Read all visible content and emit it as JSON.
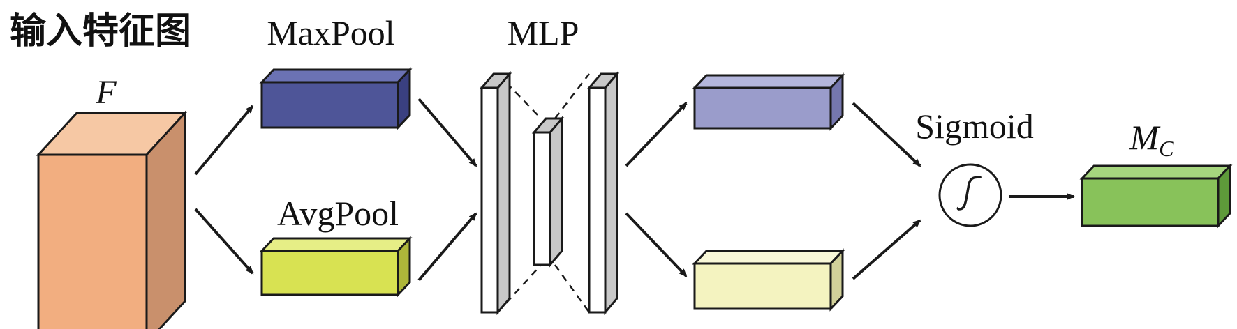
{
  "title": "输入特征图",
  "labels": {
    "input": "F",
    "maxpool": "MaxPool",
    "avgpool": "AvgPool",
    "mlp": "MLP",
    "sigmoid": "Sigmoid",
    "output_main": "M",
    "output_sub": "C"
  },
  "colors": {
    "input_front": "#F2AE80",
    "input_top": "#F6C8A4",
    "input_side": "#C9906C",
    "maxpool_front": "#4E5598",
    "maxpool_top": "#6B72B4",
    "maxpool_side": "#3A4080",
    "avgpool_front": "#D8E252",
    "avgpool_top": "#E6EE86",
    "avgpool_side": "#AEB63A",
    "mlp_front": "#FFFFFF",
    "mlp_side": "#C8C8C8",
    "max_out_front": "#9A9CCB",
    "max_out_top": "#B4B6DC",
    "max_out_side": "#7577AE",
    "avg_out_front": "#F4F3C0",
    "avg_out_top": "#F9F8D8",
    "avg_out_side": "#D2D19A",
    "output_front": "#88C25A",
    "output_top": "#A6D67E",
    "output_side": "#5E9A3A",
    "stroke": "#1A1A1A"
  }
}
